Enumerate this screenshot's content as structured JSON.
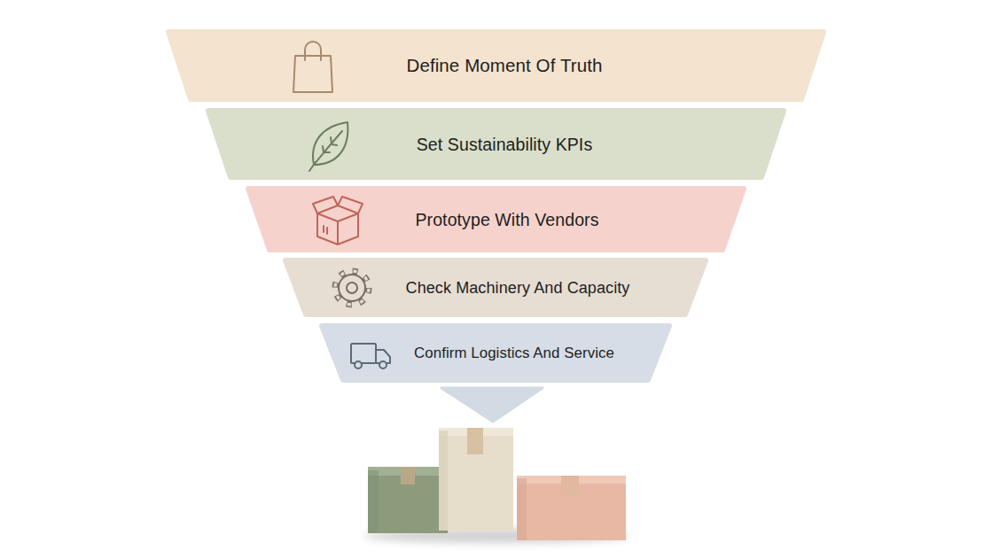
{
  "diagram": {
    "nodes": [
      {
        "text": [
          "Define Moment Of Truth"
        ]
      },
      {
        "text": [
          "Set Sustainability KPIs"
        ]
      },
      {
        "text": [
          "Prototype With Vendors"
        ]
      },
      {
        "text": [
          "Check Machinery And Capacity"
        ]
      },
      {
        "text": [
          "Confirm Logistics And Service"
        ]
      }
    ]
  }
}
